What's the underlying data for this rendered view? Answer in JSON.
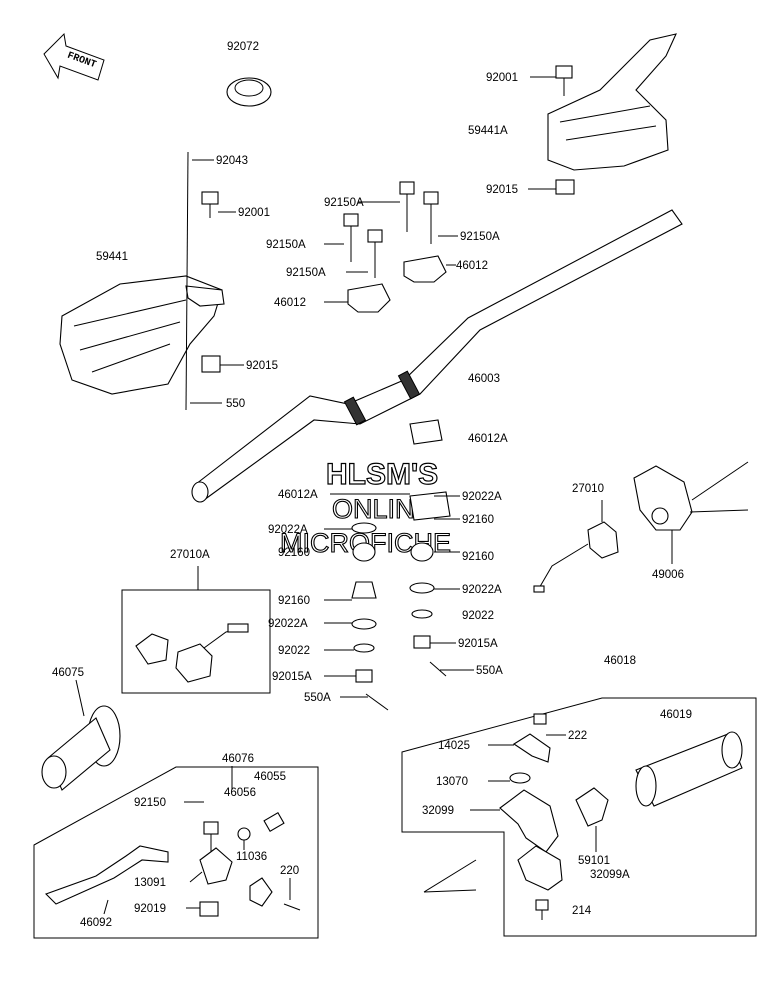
{
  "front_marker": "FRONT",
  "watermark": {
    "line1": "HLSM'S",
    "line2": "ONLINE",
    "line3": "MICROFICHE"
  },
  "callouts": [
    {
      "id": "c01",
      "text": "92072"
    },
    {
      "id": "c02",
      "text": "92001"
    },
    {
      "id": "c03",
      "text": "59441A"
    },
    {
      "id": "c04",
      "text": "92015"
    },
    {
      "id": "c05",
      "text": "92043"
    },
    {
      "id": "c06",
      "text": "92001"
    },
    {
      "id": "c07",
      "text": "92150A"
    },
    {
      "id": "c08",
      "text": "92150A"
    },
    {
      "id": "c09",
      "text": "92150A"
    },
    {
      "id": "c10",
      "text": "92150A"
    },
    {
      "id": "c11",
      "text": "59441"
    },
    {
      "id": "c12",
      "text": "46012"
    },
    {
      "id": "c13",
      "text": "46012"
    },
    {
      "id": "c14",
      "text": "92015"
    },
    {
      "id": "c15",
      "text": "550"
    },
    {
      "id": "c16",
      "text": "46003"
    },
    {
      "id": "c17",
      "text": "46012A"
    },
    {
      "id": "c18",
      "text": "46012A"
    },
    {
      "id": "c19",
      "text": "92022A"
    },
    {
      "id": "c20",
      "text": "92160"
    },
    {
      "id": "c21",
      "text": "27010"
    },
    {
      "id": "c22",
      "text": "92022A"
    },
    {
      "id": "c23",
      "text": "92160"
    },
    {
      "id": "c24",
      "text": "92160"
    },
    {
      "id": "c25",
      "text": "27010A"
    },
    {
      "id": "c26",
      "text": "92022A"
    },
    {
      "id": "c27",
      "text": "49006"
    },
    {
      "id": "c28",
      "text": "92160"
    },
    {
      "id": "c29",
      "text": "92022"
    },
    {
      "id": "c30",
      "text": "92022A"
    },
    {
      "id": "c31",
      "text": "92015A"
    },
    {
      "id": "c32",
      "text": "92022"
    },
    {
      "id": "c33",
      "text": "46018"
    },
    {
      "id": "c34",
      "text": "550A"
    },
    {
      "id": "c35",
      "text": "46075"
    },
    {
      "id": "c36",
      "text": "92015A"
    },
    {
      "id": "c37",
      "text": "550A"
    },
    {
      "id": "c38",
      "text": "46076"
    },
    {
      "id": "c39",
      "text": "46019"
    },
    {
      "id": "c40",
      "text": "14025"
    },
    {
      "id": "c41",
      "text": "222"
    },
    {
      "id": "c42",
      "text": "46055"
    },
    {
      "id": "c43",
      "text": "92150"
    },
    {
      "id": "c44",
      "text": "46056"
    },
    {
      "id": "c45",
      "text": "13070"
    },
    {
      "id": "c46",
      "text": "32099"
    },
    {
      "id": "c47",
      "text": "11036"
    },
    {
      "id": "c48",
      "text": "220"
    },
    {
      "id": "c49",
      "text": "13091"
    },
    {
      "id": "c50",
      "text": "59101"
    },
    {
      "id": "c51",
      "text": "32099A"
    },
    {
      "id": "c52",
      "text": "92019"
    },
    {
      "id": "c53",
      "text": "214"
    },
    {
      "id": "c54",
      "text": "46092"
    }
  ]
}
